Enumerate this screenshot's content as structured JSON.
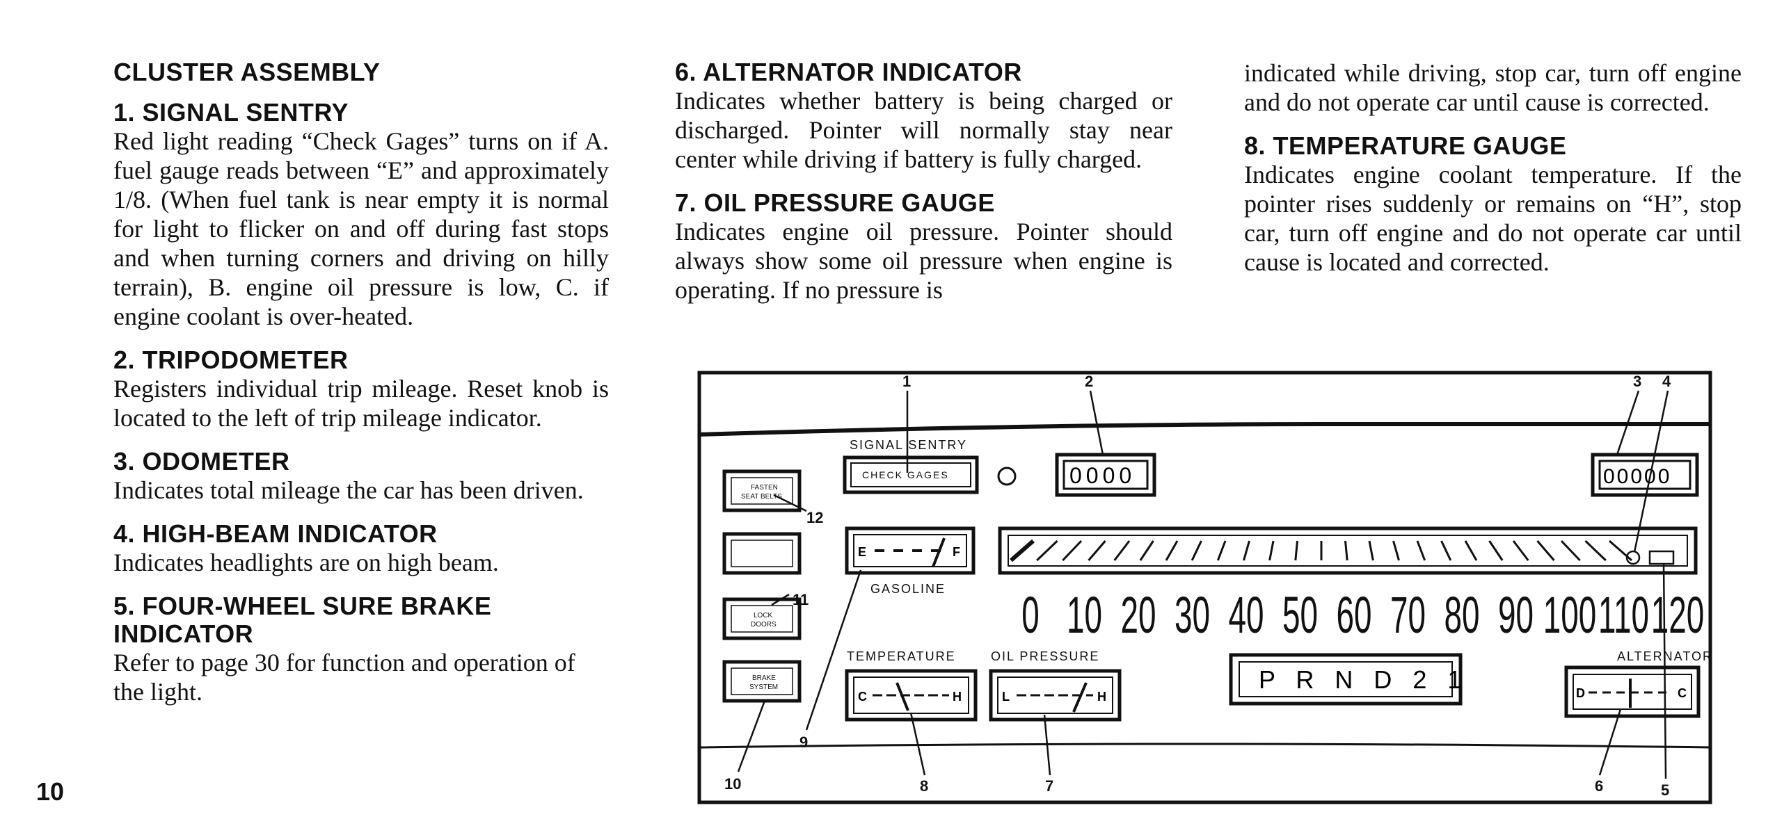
{
  "page_number": "10",
  "col1": {
    "title": "CLUSTER ASSEMBLY",
    "s1_head": "1. SIGNAL SENTRY",
    "s1_body": "Red light reading “Check Gages” turns on if A. fuel gauge reads between “E” and approximately 1/8. (When fuel tank is near empty it is normal for light to flicker on and off during fast stops and when turning corners and driving on hilly terrain), B. engine oil pressure is low, C. if engine coolant is over-heated.",
    "s2_head": "2. TRIPODOMETER",
    "s2_body": "Registers individual trip mileage. Reset knob is located to the left of trip mileage indicator.",
    "s3_head": "3. ODOMETER",
    "s3_body": "Indicates total mileage the car has been driven.",
    "s4_head": "4. HIGH-BEAM INDICATOR",
    "s4_body": "Indicates headlights are on high beam.",
    "s5_head": "5. FOUR-WHEEL SURE BRAKE INDICATOR",
    "s5_body": "Refer to page 30 for function and operation of the light."
  },
  "col2": {
    "s6_head": "6. ALTERNATOR INDICATOR",
    "s6_body": "Indicates whether battery is being charged or discharged. Pointer will normally stay near center while driving if battery is fully charged.",
    "s7_head": "7. OIL PRESSURE GAUGE",
    "s7_body": "Indicates engine oil pressure. Pointer should always show some oil pressure when engine is operating. If no pressure is"
  },
  "col3": {
    "cont_body": "indicated while driving, stop car, turn off engine and do not operate car until cause is corrected.",
    "s8_head": "8. TEMPERATURE GAUGE",
    "s8_body": "Indicates engine coolant temperature. If the pointer rises suddenly or remains on “H”, stop car, turn off engine and do not operate car until cause is located and corrected."
  },
  "figure": {
    "callouts": [
      "1",
      "2",
      "3",
      "4",
      "5",
      "6",
      "7",
      "8",
      "9",
      "10",
      "11",
      "12"
    ],
    "signal_sentry_label": "SIGNAL SENTRY",
    "check_gages": "CHECK GAGES",
    "trip_digits": "0000",
    "odo_digits": "00000",
    "fasten_seat_belts_1": "FASTEN",
    "fasten_seat_belts_2": "SEAT BELTS",
    "lock_doors_1": "LOCK",
    "lock_doors_2": "DOORS",
    "brake_system_1": "BRAKE",
    "brake_system_2": "SYSTEM",
    "gasoline_label": "GASOLINE",
    "fuel_e": "E",
    "fuel_f": "F",
    "temperature_label": "TEMPERATURE",
    "temp_c": "C",
    "temp_h": "H",
    "oil_label": "OIL PRESSURE",
    "oil_l": "L",
    "oil_h": "H",
    "alternator_label": "ALTERNATOR",
    "alt_d": "D",
    "alt_c": "C",
    "prnd": "P R N D 2 1",
    "speeds": [
      "0",
      "10",
      "20",
      "30",
      "40",
      "50",
      "60",
      "70",
      "80",
      "90",
      "100",
      "110",
      "120"
    ]
  }
}
